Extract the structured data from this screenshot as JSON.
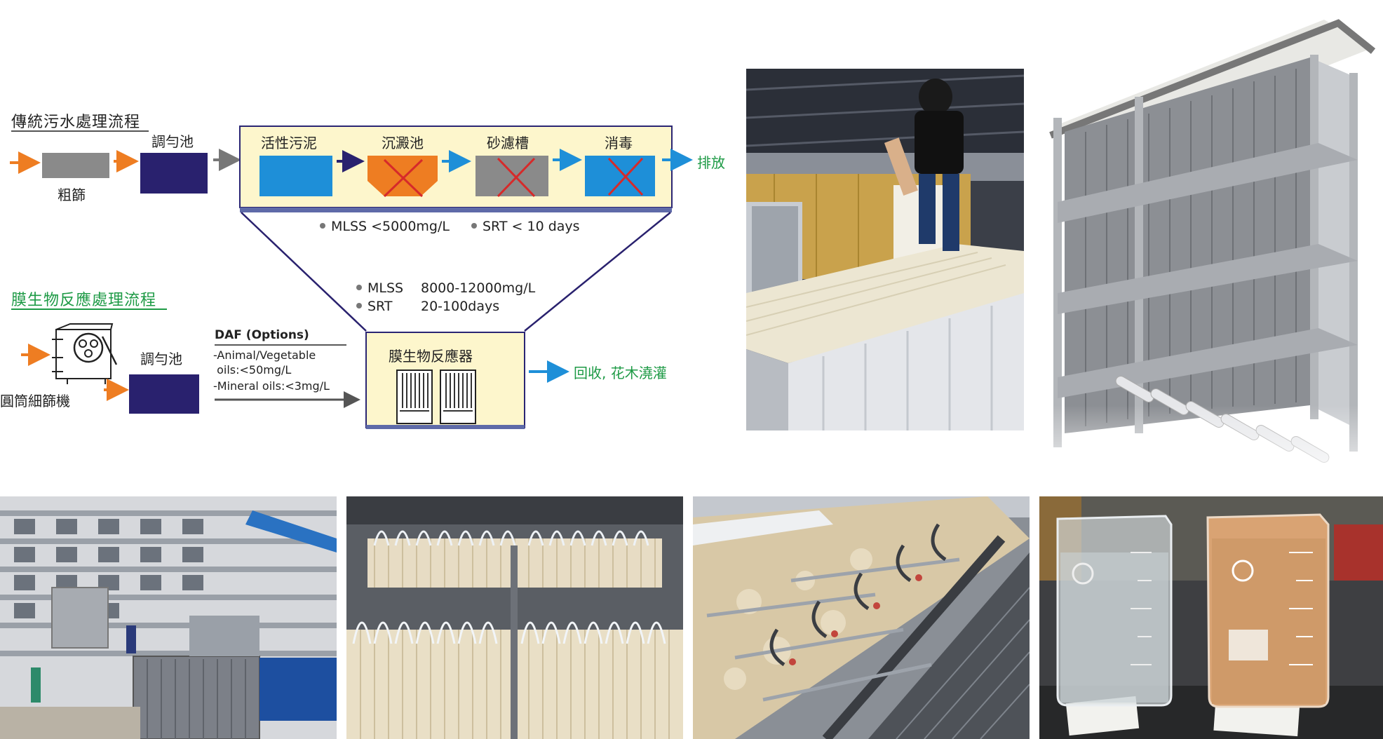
{
  "traditional": {
    "title": "傳統污水處理流程",
    "equalization": "調勻池",
    "coarse_screen": "粗篩",
    "activated_sludge": "活性污泥",
    "sedimentation": "沉澱池",
    "sand_filter": "砂濾槽",
    "disinfection": "消毒",
    "discharge": "排放",
    "stat_mlss": "MLSS <5000mg/L",
    "stat_srt": "SRT < 10 days"
  },
  "mbr": {
    "title": "膜生物反應處理流程",
    "drum_screen": "圓筒細篩機",
    "equalization": "調勻池",
    "daf_title": "DAF (Options)",
    "daf_line1": "-Animal/Vegetable",
    "daf_line2": " oils:<50mg/L",
    "daf_line3": "-Mineral oils:<3mg/L",
    "reactor": "膜生物反應器",
    "reuse": "回收, 花木澆灌",
    "stat_mlss_label": "MLSS",
    "stat_mlss_value": "8000-12000mg/L",
    "stat_srt_label": "SRT",
    "stat_srt_value": "20-100days"
  },
  "colors": {
    "orange": "#ee7d22",
    "gray": "#8a8a8a",
    "navy": "#29216e",
    "blue": "#1e8fd8",
    "green": "#1d9a45",
    "yellow": "#fdf6cc",
    "red": "#d62a2a"
  }
}
